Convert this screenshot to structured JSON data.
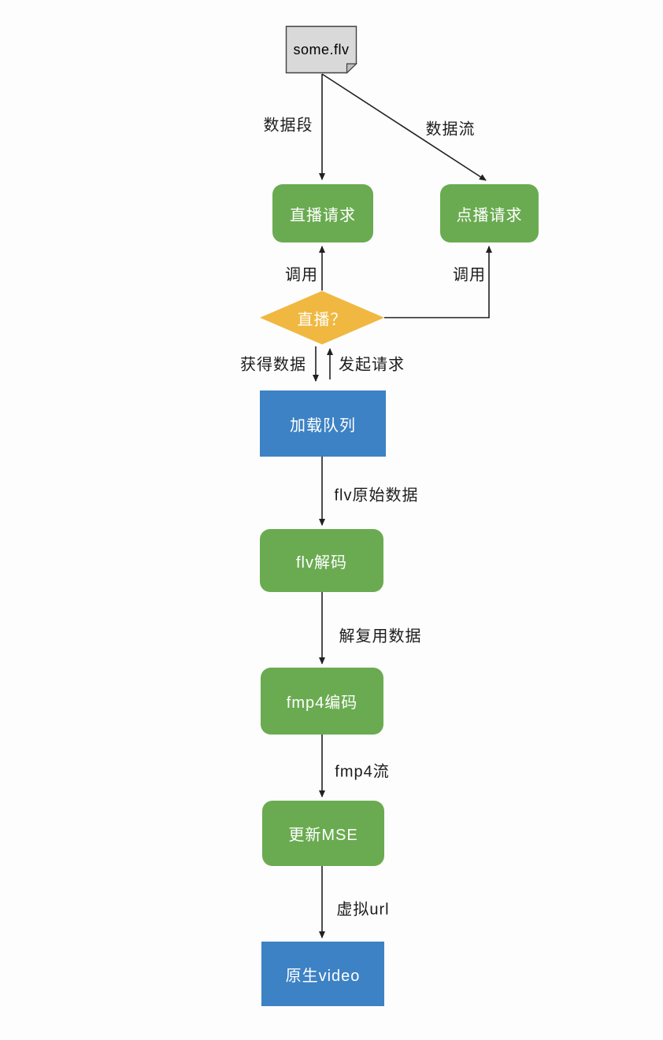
{
  "diagram": {
    "title": "flv playback flowchart",
    "source_file": {
      "label": "some.flv"
    },
    "nodes": {
      "live_request": {
        "label": "直播请求",
        "shape": "rounded-rect",
        "color": "#6aab51"
      },
      "vod_request": {
        "label": "点播请求",
        "shape": "rounded-rect",
        "color": "#6aab51"
      },
      "is_live": {
        "label": "直播？",
        "shape": "diamond",
        "color": "#f0b840"
      },
      "load_queue": {
        "label": "加载队列",
        "shape": "rect",
        "color": "#3d82c4"
      },
      "flv_decode": {
        "label": "flv解码",
        "shape": "rounded-rect",
        "color": "#6aab51"
      },
      "fmp4_encode": {
        "label": "fmp4编码",
        "shape": "rounded-rect",
        "color": "#6aab51"
      },
      "update_mse": {
        "label": "更新MSE",
        "shape": "rounded-rect",
        "color": "#6aab51"
      },
      "native_video": {
        "label": "原生video",
        "shape": "rect",
        "color": "#3d82c4"
      }
    },
    "edge_labels": {
      "data_segment": "数据段",
      "data_stream": "数据流",
      "call_left": "调用",
      "call_right": "调用",
      "get_data": "获得数据",
      "send_request": "发起请求",
      "flv_raw_data": "flv原始数据",
      "demuxed_data": "解复用数据",
      "fmp4_stream": "fmp4流",
      "virtual_url": "虚拟url"
    },
    "colors": {
      "process_green": "#6aab51",
      "decision_yellow": "#f0b840",
      "io_blue": "#3d82c4",
      "document_gray": "#d9d9d9",
      "line_black": "#212121",
      "background": "#fdfdfd"
    }
  }
}
